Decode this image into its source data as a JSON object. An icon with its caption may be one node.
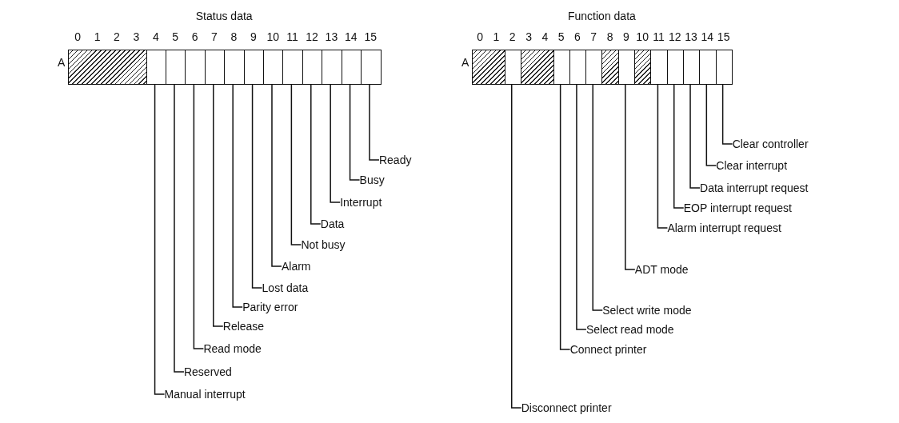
{
  "diagram": {
    "nodes": [
      {
        "text": [],
        "shape": "box"
      },
      {
        "text": [],
        "shape": "box"
      },
      {
        "text": [],
        "shape": "box"
      },
      {
        "text": [],
        "shape": "box"
      },
      {
        "text": [],
        "shape": "box"
      },
      {
        "text": [],
        "shape": "box"
      },
      {
        "text": [],
        "shape": "box"
      },
      {
        "text": [],
        "shape": "box"
      },
      {
        "text": [],
        "shape": "box"
      },
      {
        "text": [],
        "shape": "box"
      },
      {
        "text": [],
        "shape": "box"
      },
      {
        "text": [],
        "shape": "box"
      },
      {
        "text": [],
        "shape": "box"
      },
      {
        "text": [
          "Ready"
        ]
      },
      {
        "text": [
          "Busy"
        ]
      },
      {
        "text": [
          "Interrupt"
        ]
      },
      {
        "text": [
          "Data"
        ]
      },
      {
        "text": [
          "Not busy"
        ]
      },
      {
        "text": [
          "Alarm"
        ]
      },
      {
        "text": [
          "Lost data"
        ]
      },
      {
        "text": [
          "Parity error"
        ]
      },
      {
        "text": [
          "Release"
        ]
      },
      {
        "text": [
          "Read mode"
        ]
      },
      {
        "text": [
          "Reserved"
        ]
      },
      {
        "text": [
          "Manual interrupt"
        ]
      },
      {
        "text": [],
        "shape": "box"
      },
      {
        "text": [],
        "shape": "box"
      },
      {
        "text": [],
        "shape": "box"
      },
      {
        "text": [],
        "shape": "box"
      },
      {
        "text": [],
        "shape": "box"
      },
      {
        "text": [],
        "shape": "box"
      },
      {
        "text": [],
        "shape": "box"
      },
      {
        "text": [],
        "shape": "box"
      },
      {
        "text": [],
        "shape": "box"
      },
      {
        "text": [],
        "shape": "box"
      },
      {
        "text": [],
        "shape": "box"
      },
      {
        "text": [],
        "shape": "box"
      },
      {
        "text": [],
        "shape": "box"
      },
      {
        "text": [],
        "shape": "box"
      },
      {
        "text": [
          "Clear controller"
        ]
      },
      {
        "text": [
          "Clear interrupt"
        ]
      },
      {
        "text": [
          "Data interrupt request"
        ]
      },
      {
        "text": [
          "EOP interrupt request"
        ]
      },
      {
        "text": [
          "Alarm interrupt request"
        ]
      },
      {
        "text": [
          "ADT mode"
        ]
      },
      {
        "text": [
          "Select write mode"
        ]
      },
      {
        "text": [
          "Select read mode"
        ]
      },
      {
        "text": [
          "Connect printer"
        ]
      },
      {
        "text": [
          "Disconnect printer"
        ]
      }
    ],
    "edges": [
      {
        "from": 13,
        "to": 12,
        "arrow": "none"
      },
      {
        "from": 14,
        "to": 11,
        "arrow": "none"
      },
      {
        "from": 15,
        "to": 10,
        "arrow": "none"
      },
      {
        "from": 16,
        "to": 9,
        "arrow": "none"
      },
      {
        "from": 17,
        "to": 8,
        "arrow": "none"
      },
      {
        "from": 18,
        "to": 7,
        "arrow": "none"
      },
      {
        "from": 19,
        "to": 6,
        "arrow": "none"
      },
      {
        "from": 20,
        "to": 5,
        "arrow": "none"
      },
      {
        "from": 21,
        "to": 4,
        "arrow": "none"
      },
      {
        "from": 22,
        "to": 3,
        "arrow": "none"
      },
      {
        "from": 23,
        "to": 2,
        "arrow": "none"
      },
      {
        "from": 24,
        "to": 1,
        "arrow": "none"
      },
      {
        "from": 39,
        "to": 38,
        "arrow": "none"
      },
      {
        "from": 40,
        "to": 37,
        "arrow": "none"
      },
      {
        "from": 41,
        "to": 36,
        "arrow": "none"
      },
      {
        "from": 42,
        "to": 35,
        "arrow": "none"
      },
      {
        "from": 43,
        "to": 34,
        "arrow": "none"
      },
      {
        "from": 44,
        "to": 32,
        "arrow": "none"
      },
      {
        "from": 45,
        "to": 30,
        "arrow": "none"
      },
      {
        "from": 46,
        "to": 29,
        "arrow": "none"
      },
      {
        "from": 47,
        "to": 28,
        "arrow": "none"
      },
      {
        "from": 48,
        "to": 26,
        "arrow": "none"
      }
    ],
    "labels": [
      "Status data",
      "0",
      "1",
      "2",
      "3",
      "4",
      "5",
      "6",
      "7",
      "8",
      "9",
      "10",
      "11",
      "12",
      "13",
      "14",
      "15",
      "A",
      "Function data",
      "0",
      "1",
      "2",
      "3",
      "4",
      "5",
      "6",
      "7",
      "8",
      "9",
      "10",
      "11",
      "12",
      "13",
      "14",
      "15",
      "A"
    ]
  }
}
